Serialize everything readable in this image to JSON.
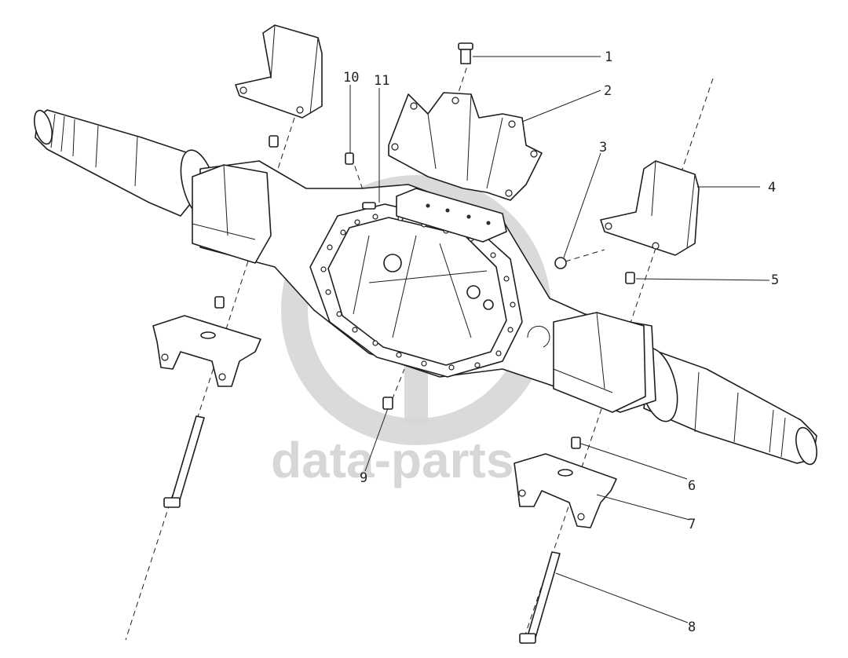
{
  "watermark": {
    "text": "data-parts",
    "color": "#d3d3d3"
  },
  "callouts": [
    {
      "id": "1",
      "label": "1"
    },
    {
      "id": "2",
      "label": "2"
    },
    {
      "id": "3",
      "label": "3"
    },
    {
      "id": "4",
      "label": "4"
    },
    {
      "id": "5",
      "label": "5"
    },
    {
      "id": "6",
      "label": "6"
    },
    {
      "id": "7",
      "label": "7"
    },
    {
      "id": "8",
      "label": "8"
    },
    {
      "id": "9",
      "label": "9"
    },
    {
      "id": "10",
      "label": "10"
    },
    {
      "id": "11",
      "label": "11"
    }
  ]
}
